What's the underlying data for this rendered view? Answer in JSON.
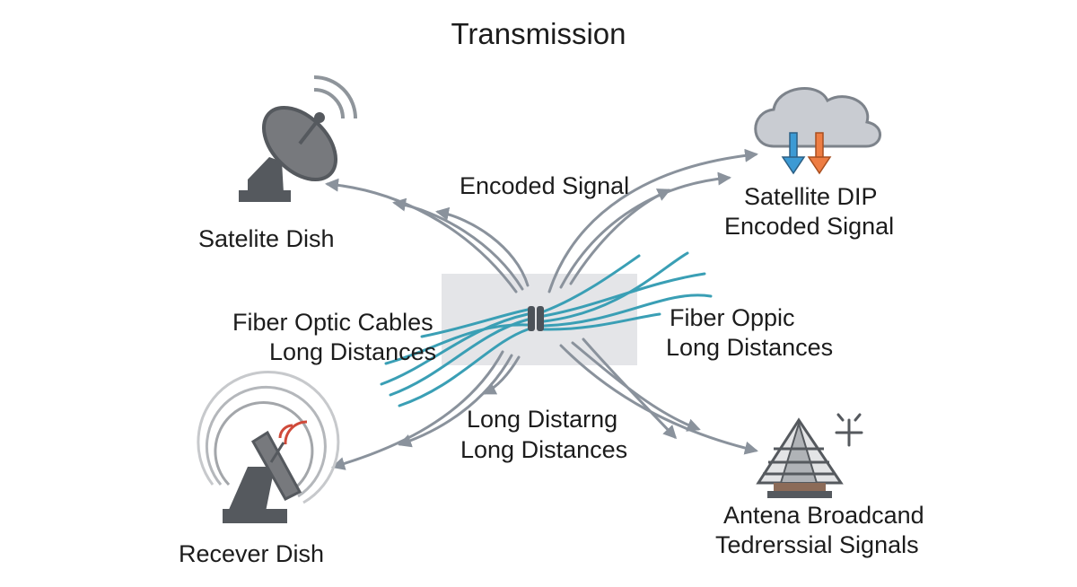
{
  "title": "Transmission",
  "nodes": {
    "satellite_dish": {
      "label": "Satelite Dish"
    },
    "satellite_dip": {
      "label_line1": "Satellite DIP",
      "label_line2": "Encoded Signal"
    },
    "receiver_dish": {
      "label": "Recever Dish"
    },
    "antenna": {
      "label_line1": "Antena Broadcand",
      "label_line2": "Tedrerssial Signals"
    }
  },
  "link_labels": {
    "encoded_signal": "Encoded Signal",
    "fiber_left_line1": "Fiber Optic Cables",
    "fiber_left_line2": "Long Distances",
    "fiber_right_line1": "Fiber Oppic",
    "fiber_right_line2": "Long Distances",
    "long_bottom_line1": "Long Distarng",
    "long_bottom_line2": "Long Distances"
  },
  "icons": {
    "satellite_dish": "satellite-dish-icon",
    "cloud": "cloud-icon",
    "download_arrow": "arrow-down-icon",
    "upload_arrow": "arrow-up-icon",
    "receiver_dish": "receiver-dish-icon",
    "antenna_tower": "antenna-tower-icon",
    "sparkle": "sparkle-icon",
    "fiber_connector": "fiber-connector-icon"
  },
  "colors": {
    "fiber": "#3a9fb5",
    "arrows": "#8a929c",
    "icon_dark": "#55595e",
    "cloud": "#c9ccd2",
    "arrow_blue": "#3c9ad4",
    "arrow_orange": "#ee7d43",
    "signal_red": "#d04a3a",
    "hub_box": "#e4e5e8"
  }
}
